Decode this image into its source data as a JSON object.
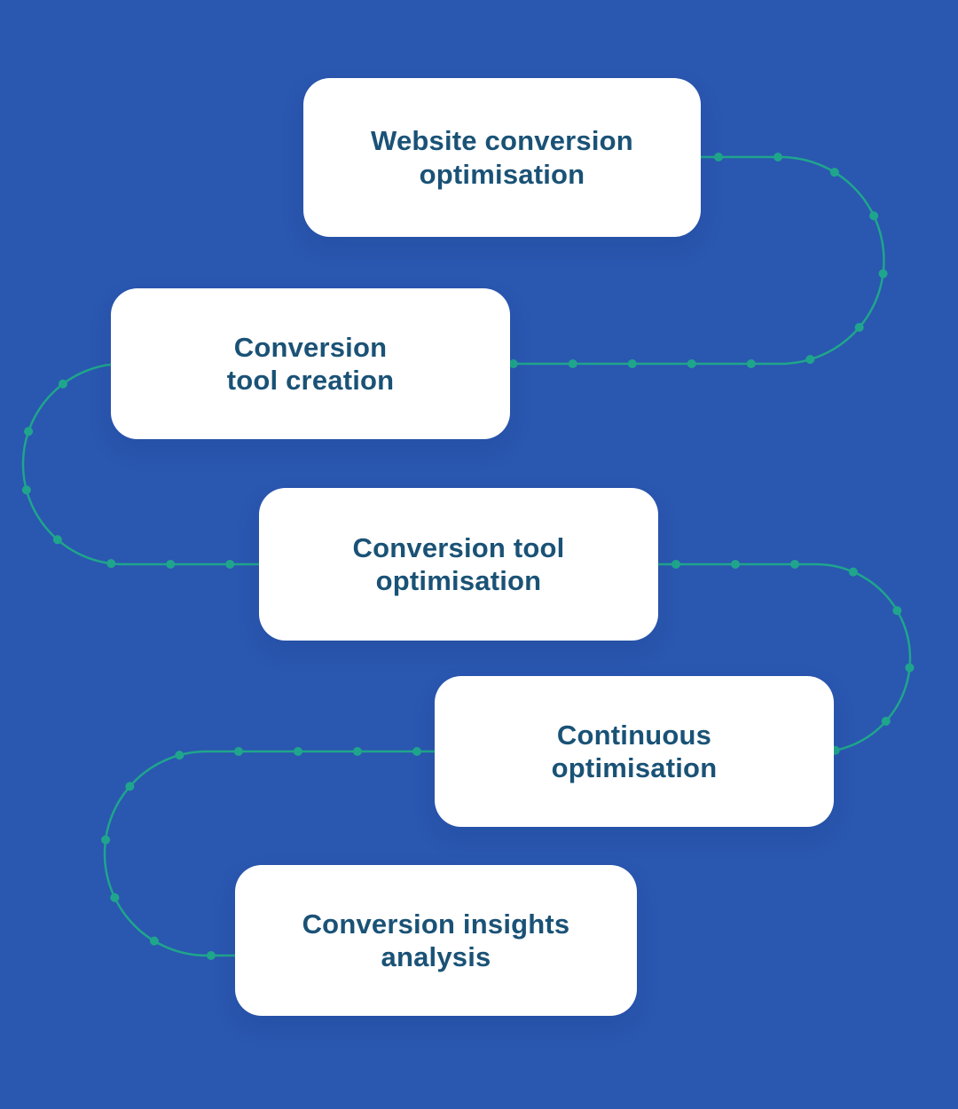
{
  "diagram": {
    "type": "process-flow",
    "nodes": [
      {
        "id": "website-conversion-optimisation",
        "line1": "Website conversion",
        "line2": "optimisation"
      },
      {
        "id": "conversion-tool-creation",
        "line1": "Conversion",
        "line2": "tool creation"
      },
      {
        "id": "conversion-tool-optimisation",
        "line1": "Conversion tool",
        "line2": "optimisation"
      },
      {
        "id": "continuous-optimisation",
        "line1": "Continuous",
        "line2": "optimisation"
      },
      {
        "id": "conversion-insights-analysis",
        "line1": "Conversion insights",
        "line2": "analysis"
      }
    ]
  },
  "colors": {
    "background": "#2a57b0",
    "connector": "#1fa58c",
    "text": "#1a5276",
    "card": "#ffffff"
  }
}
